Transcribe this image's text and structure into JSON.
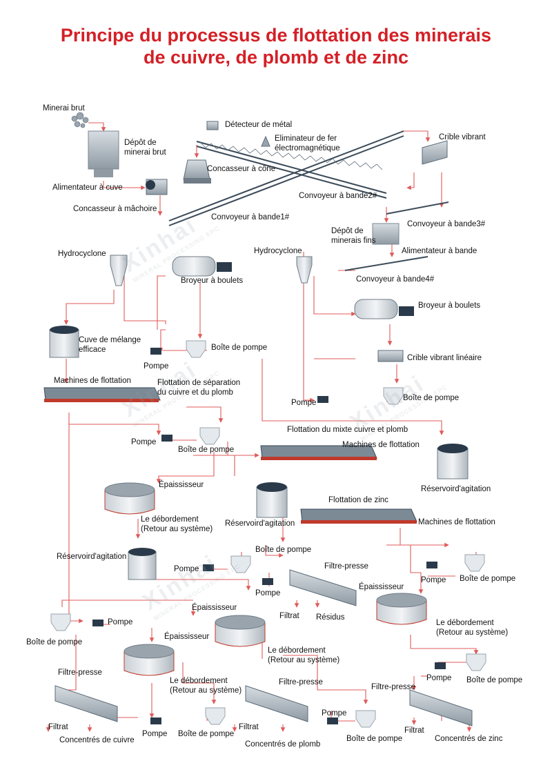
{
  "title": {
    "line1": "Principe du processus de flottation des minerais",
    "line2": "de cuivre, de plomb et de zinc"
  },
  "colors": {
    "title": "#d42027",
    "flow_line": "#e05a5a",
    "equipment": "#9aa4ad",
    "dark": "#2a3a4a"
  },
  "labels": {
    "minerai_brut": "Minerai brut",
    "depot_brut": "Dépôt de\nminerai brut",
    "alimentateur_cuve": "Alimentateur à cuve",
    "concasseur_machoire": "Concasseur à mâchoire",
    "concasseur_cone": "Concasseur à cône",
    "detecteur": "Détecteur de métal",
    "eliminateur": "Eliminateur de fer\nélectromagnétique",
    "crible_vibrant": "Crible vibrant",
    "convoyeur2": "Convoyeur à bande2#",
    "convoyeur1": "Convoyeur à bande1#",
    "convoyeur3": "Convoyeur à bande3#",
    "depot_fins": "Dépôt de\nminerais fins",
    "alimentateur_bande": "Alimentateur à bande",
    "convoyeur4": "Convoyeur à bande4#",
    "hydrocyclone_left": "Hydrocyclone",
    "hydrocyclone_right": "Hydrocyclone",
    "broyeur_left": "Broyeur à boulets",
    "broyeur_right": "Broyeur à boulets",
    "cuve_melange": "Cuve de mélange\nefficace",
    "boite_pompe_1": "Boîte de pompe",
    "pompe_1": "Pompe",
    "crible_lineaire": "Crible vibrant linéaire",
    "machines_flottation_1": "Machines de flottation",
    "flottation_separation": "Flottation de séparation\ndu cuivre et du plomb",
    "pompe_2": "Pompe",
    "boite_pompe_2": "Boîte de pompe",
    "pompe_3": "Pompe",
    "boite_pompe_3": "Boîte de pompe",
    "flottation_mixte": "Flottation du mixte cuivre et plomb",
    "machines_flottation_2": "Machines de flottation",
    "reservoir_1": "Réservoird'agitation",
    "epaississeur_1": "Épaississeur",
    "debordement_1": "Le débordement\n(Retour au système)",
    "reservoir_2": "Réservoird'agitation",
    "flottation_zinc": "Flottation de zinc",
    "machines_flottation_3": "Machines de flottation",
    "reservoir_3": "Réservoird'agitation",
    "boite_pompe_4": "Boîte de pompe",
    "pompe_4": "Pompe",
    "filtre_presse_1": "Filtre-presse",
    "pompe_5": "Pompe",
    "boite_pompe_5": "Boîte de pompe",
    "pompe_6": "Pompe",
    "epaississeur_2": "Épaississeur",
    "filtrat_1": "Filtrat",
    "residus": "Résidus",
    "debordement_2": "Le débordement\n(Retour au système)",
    "epaississeur_3": "Épaississeur",
    "pompe_7": "Pompe",
    "boite_pompe_6": "Boîte de pompe",
    "epaississeur_4": "Épaississeur",
    "debordement_3": "Le débordement\n(Retour au système)",
    "debordement_4": "Le débordement\n(Retour au système)",
    "filtre_presse_2": "Filtre-presse",
    "filtre_presse_3": "Filtre-presse",
    "filtre_presse_4": "Filtre-presse",
    "pompe_8": "Pompe",
    "boite_pompe_7": "Boîte de pompe",
    "pompe_9": "Pompe",
    "boite_pompe_8": "Boîte de pompe",
    "filtrat_2": "Filtrat",
    "filtrat_3": "Filtrat",
    "filtrat_4": "Filtrat",
    "concentres_cuivre": "Concentrés de cuivre",
    "concentres_plomb": "Concentrés de plomb",
    "concentres_zinc": "Concentrés de zinc",
    "pompe_10": "Pompe",
    "boite_pompe_9": "Boîte de pompe"
  },
  "watermark": {
    "brand": "Xinhai",
    "tagline": "MINERAL PROCESSING EPC"
  }
}
